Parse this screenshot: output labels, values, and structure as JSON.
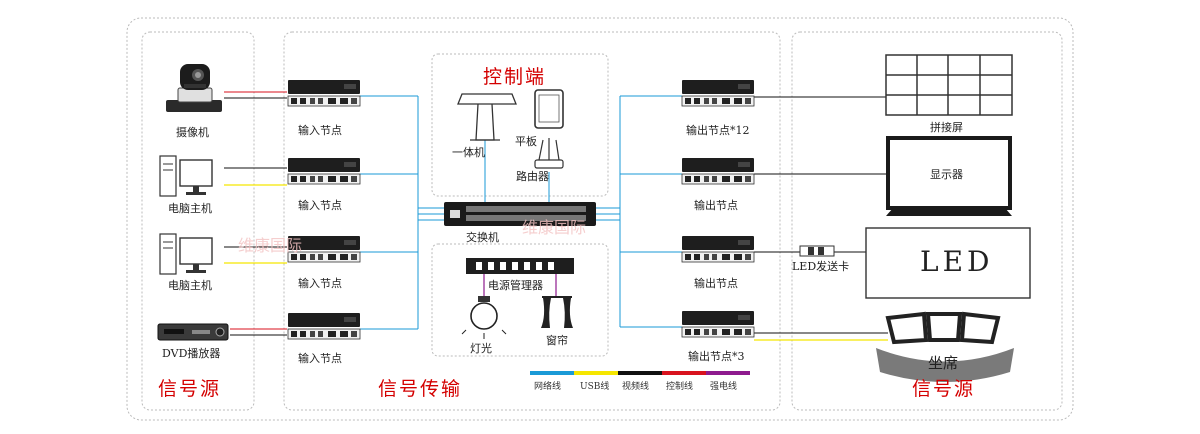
{
  "sections": {
    "source_left": "信号源",
    "transmission": "信号传输",
    "source_right": "信号源",
    "control": "控制端"
  },
  "sources": {
    "camera": "摄像机",
    "pc1": "电脑主机",
    "pc2": "电脑主机",
    "dvd": "DVD播放器"
  },
  "input_nodes": [
    "输入节点",
    "输入节点",
    "输入节点",
    "输入节点"
  ],
  "output_nodes": [
    "输出节点*12",
    "输出节点",
    "输出节点",
    "输出节点*3"
  ],
  "control": {
    "all_in_one": "一体机",
    "tablet": "平板",
    "router": "路由器"
  },
  "switch": "交换机",
  "power": {
    "manager": "电源管理器",
    "light": "灯光",
    "curtain": "窗帘"
  },
  "displays": {
    "splice": "拼接屏",
    "monitor": "显示器",
    "led_card": "LED发送卡",
    "led": "LED",
    "seat": "坐席"
  },
  "watermarks": [
    "维康国际",
    "维康国际"
  ],
  "legend": [
    {
      "label": "网络线",
      "color": "#1a9ad7"
    },
    {
      "label": "USB线",
      "color": "#f5e600"
    },
    {
      "label": "视频线",
      "color": "#111111"
    },
    {
      "label": "控制线",
      "color": "#d8121e"
    },
    {
      "label": "强电线",
      "color": "#8e1a8e"
    }
  ],
  "colors": {
    "network": "#1a9ad7",
    "usb": "#f5e600",
    "video": "#111111",
    "control": "#d8121e",
    "power": "#8e1a8e",
    "title_red": "#d40000"
  }
}
